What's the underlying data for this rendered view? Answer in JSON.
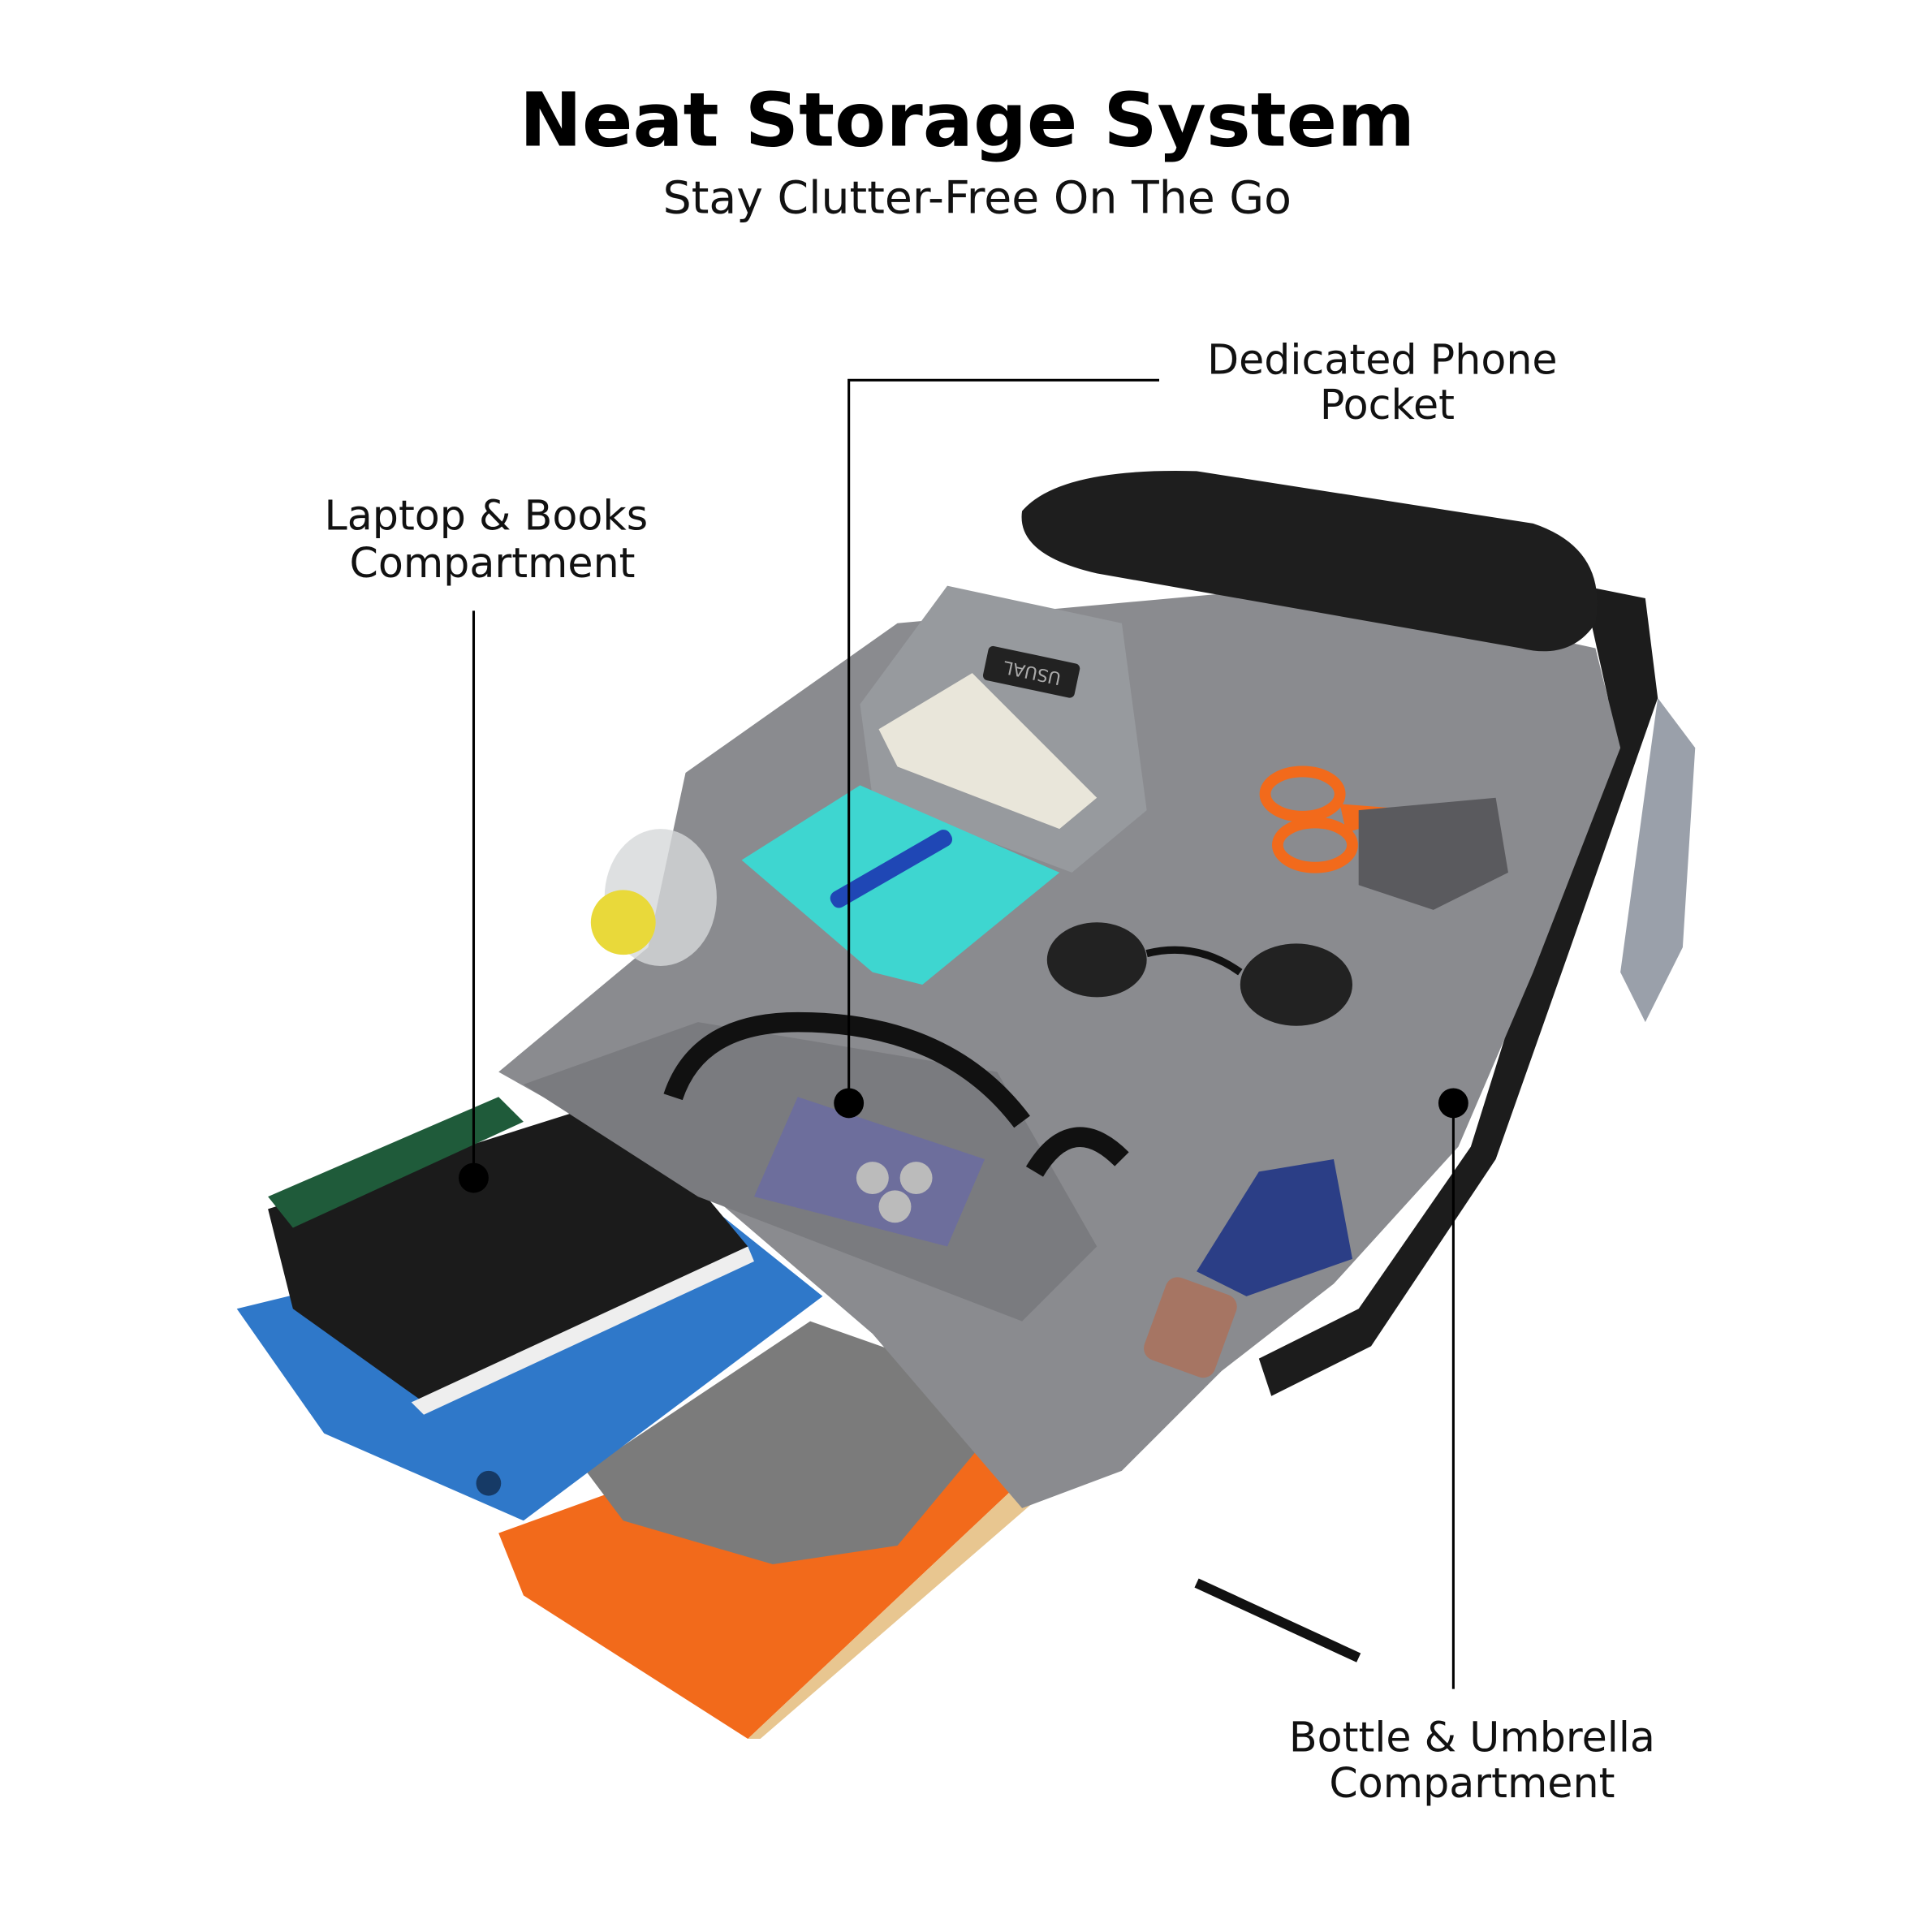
{
  "header": {
    "title": "Neat Storage System",
    "subtitle": "Stay Clutter-Free On The Go"
  },
  "callouts": [
    {
      "line1": "Dedicated Phone",
      "line2": "Pocket"
    },
    {
      "line1": "Laptop & Books",
      "line2": "Compartment"
    },
    {
      "line1": "Bottle & Umbrella",
      "line2": "Compartment"
    }
  ],
  "product": {
    "brand_patch": "USUAL"
  },
  "colors": {
    "bag": "#8a8b8f",
    "strap": "#1c1c1c",
    "accent_orange": "#f26a1b",
    "tablet_blue": "#2f78c9"
  }
}
